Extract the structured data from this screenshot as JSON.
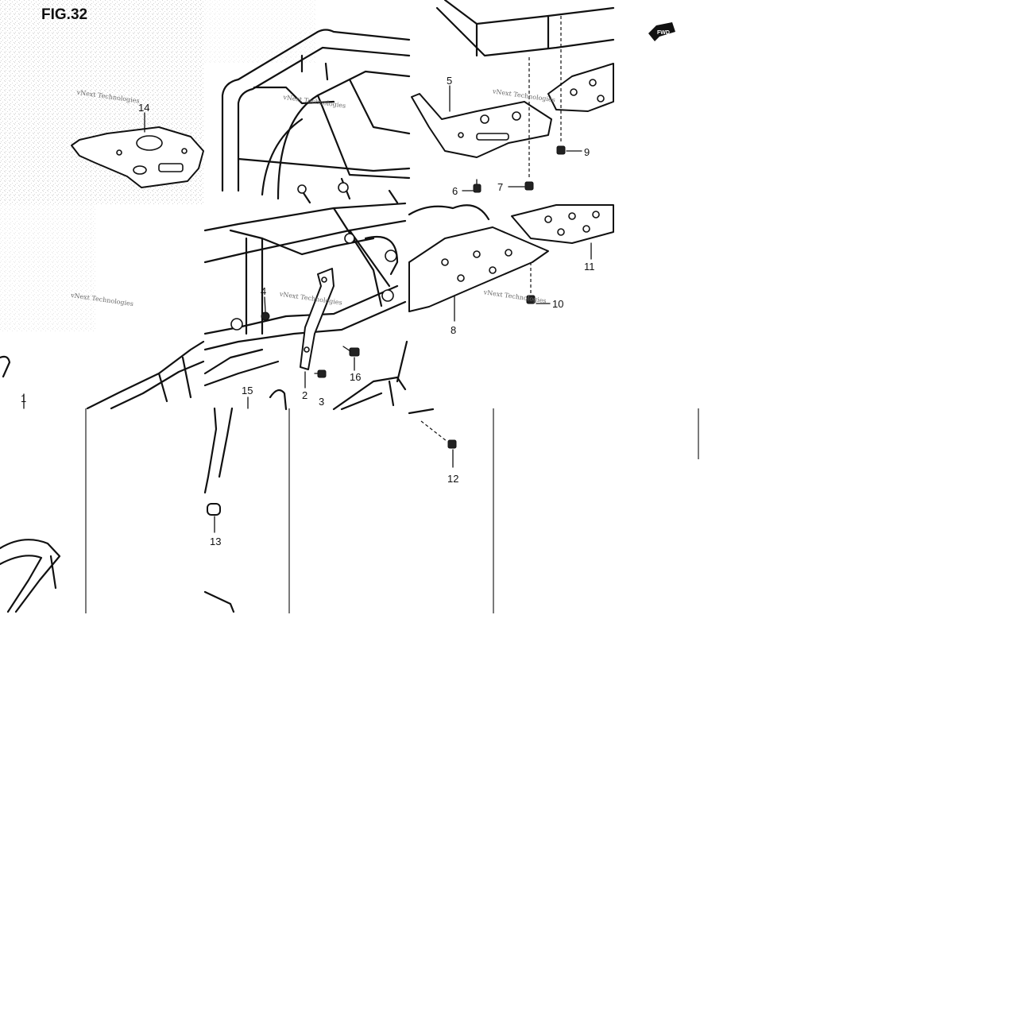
{
  "figure": {
    "title": "FIG.32"
  },
  "direction": {
    "label": "FWD"
  },
  "watermark": {
    "text": "vNext Technologies"
  },
  "callouts": {
    "c1": "1",
    "c2": "2",
    "c3": "3",
    "c4": "4",
    "c5": "5",
    "c6": "6",
    "c7": "7",
    "c8": "8",
    "c9": "9",
    "c10": "10",
    "c11": "11",
    "c12": "12",
    "c13": "13",
    "c14": "14",
    "c15": "15",
    "c16": "16"
  }
}
